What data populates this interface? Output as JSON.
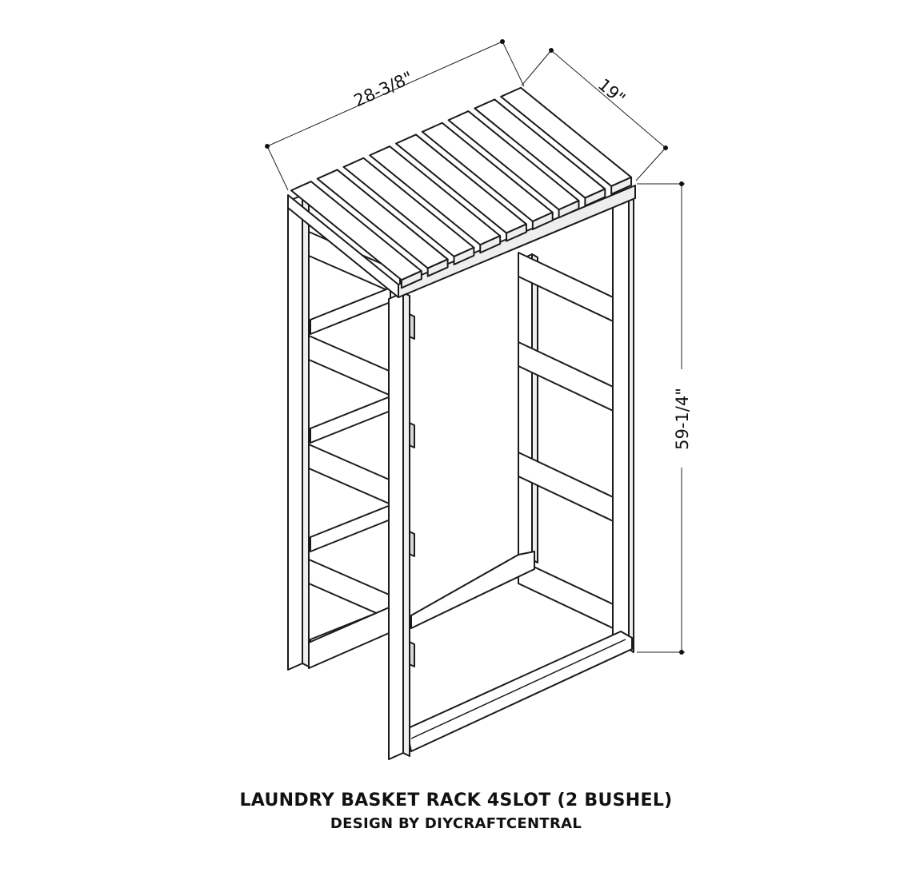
{
  "title": "LAUNDRY BASKET RACK 4SLOT (2 BUSHEL)",
  "subtitle": "DESIGN BY DIYCRAFTCENTRAL",
  "dimensions": {
    "width": "28-3/8\"",
    "depth": "19\"",
    "height": "59-1/4\""
  },
  "colors": {
    "line": "#1a1a1a",
    "face": "#ffffff",
    "side": "#eeeeee",
    "shade": "#d8d8d8"
  },
  "components": {
    "top_slats": 9,
    "shelf_levels": 4
  }
}
